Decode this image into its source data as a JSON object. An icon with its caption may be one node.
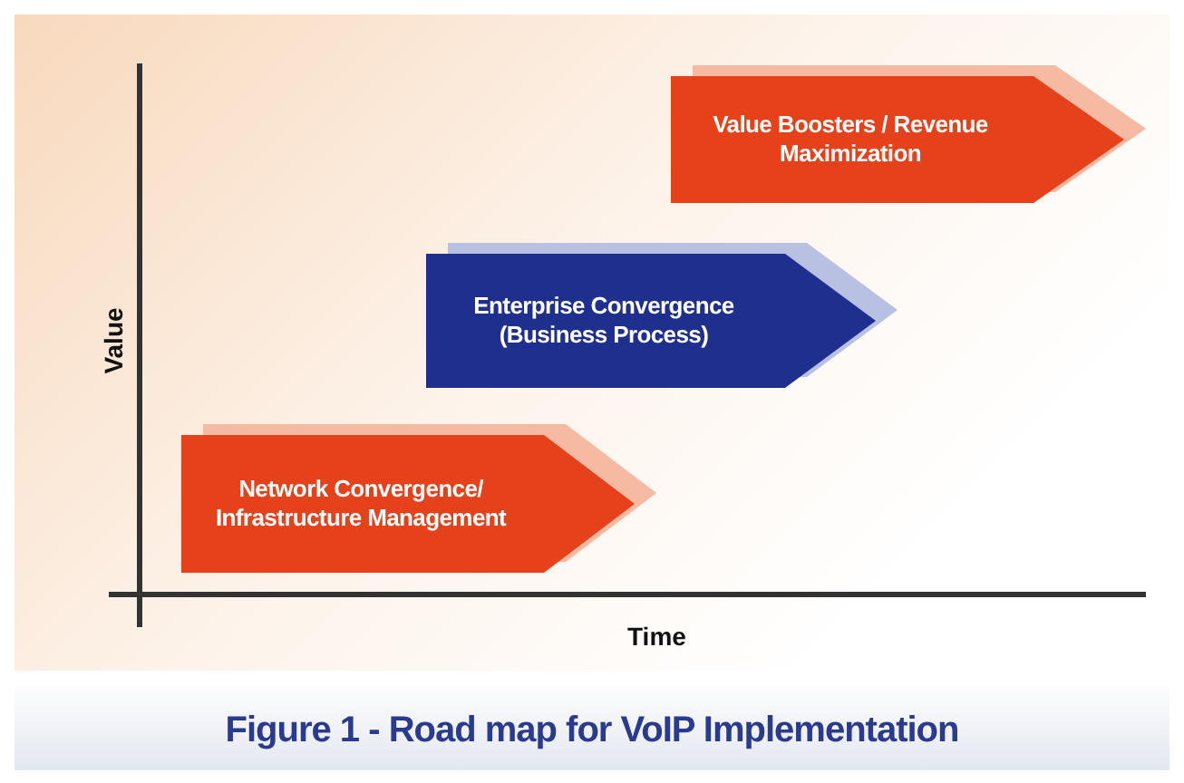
{
  "diagram": {
    "caption": "Figure 1 - Road map for VoIP Implementation",
    "nodes": [
      {
        "text": [
          "Network Convergence/ Infrastructure Management"
        ]
      },
      {
        "text": [
          "Enterprise Convergence (Business Process)"
        ]
      },
      {
        "text": [
          "Value Boosters / Revenue Maximization"
        ]
      }
    ],
    "labels": [
      "Value",
      "Time"
    ]
  }
}
